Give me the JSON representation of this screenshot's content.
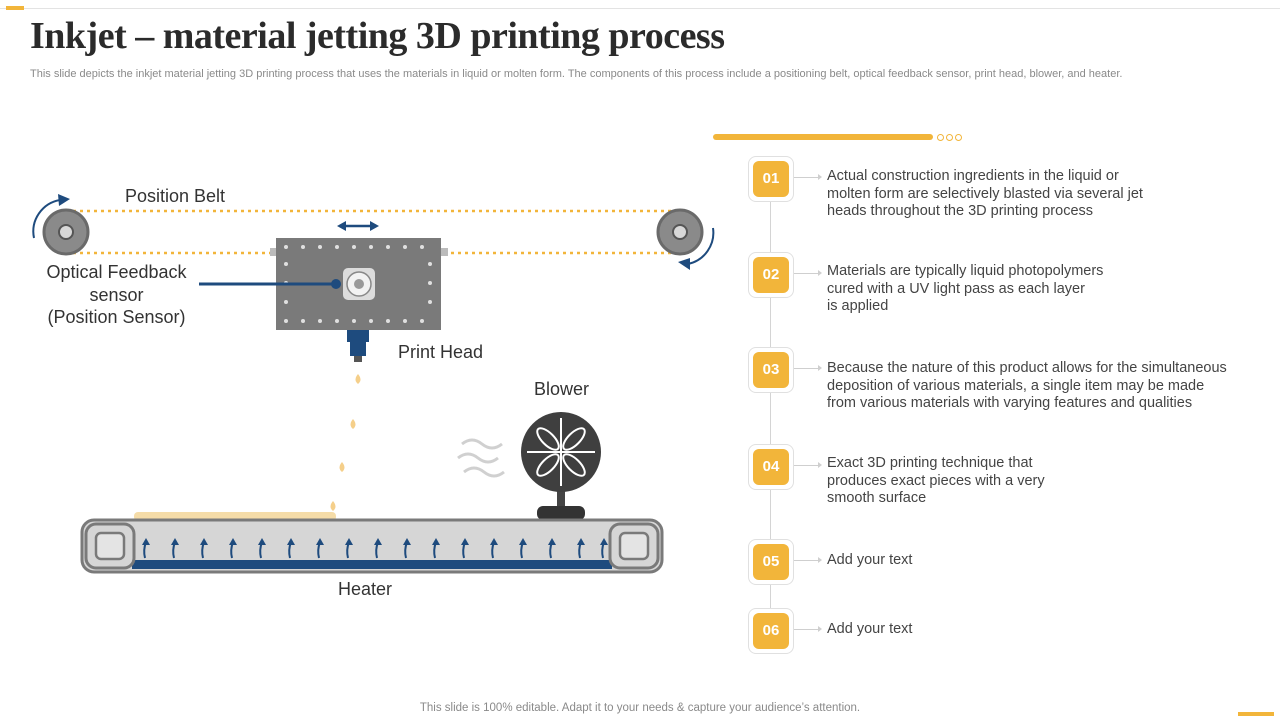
{
  "header": {
    "title": "Inkjet – material jetting 3D printing process",
    "subtitle": "This slide depicts the inkjet material jetting 3D printing process that uses the materials in liquid or molten form. The components of this process include a positioning belt, optical feedback sensor, print head, blower, and heater."
  },
  "diagram": {
    "position_belt": "Position Belt",
    "optical_sensor_line1": "Optical Feedback",
    "optical_sensor_line2": "sensor",
    "optical_sensor_line3": "(Position Sensor)",
    "print_head": "Print Head",
    "blower": "Blower",
    "heater": "Heater"
  },
  "steps": [
    {
      "number": "01",
      "text": "Actual construction ingredients in the liquid or\nmolten form are selectively blasted via several jet\nheads throughout the 3D printing process"
    },
    {
      "number": "02",
      "text": "Materials are typically liquid photopolymers\ncured with a UV light pass as each layer\nis applied"
    },
    {
      "number": "03",
      "text": "Because the nature of this product allows for the simultaneous\ndeposition of various materials, a single item may be made\nfrom various materials with varying features and qualities"
    },
    {
      "number": "04",
      "text": "Exact 3D printing technique that\nproduces exact pieces with a very\nsmooth surface"
    },
    {
      "number": "05",
      "text": "Add your text"
    },
    {
      "number": "06",
      "text": "Add your text"
    }
  ],
  "footer": {
    "note": "This slide is 100% editable. Adapt it to your needs & capture your audience’s attention."
  },
  "colors": {
    "accent": "#f2b53a",
    "navy": "#1e4b7e",
    "gray": "#7a7a7a"
  }
}
